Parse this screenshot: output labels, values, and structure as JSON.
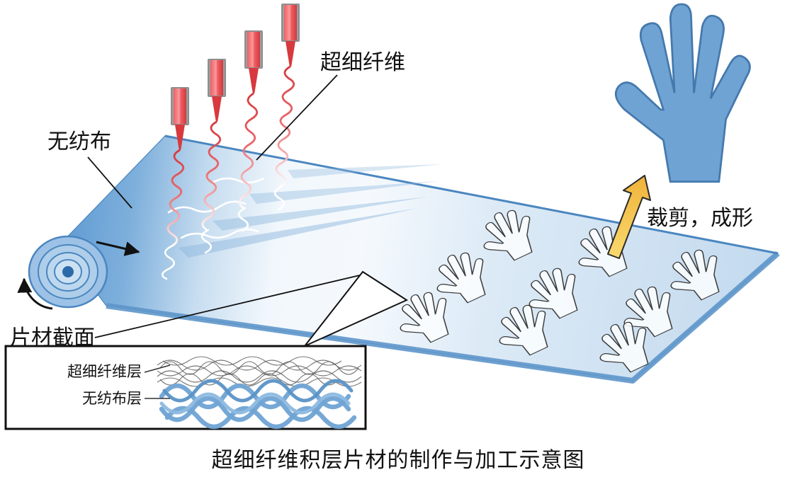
{
  "diagram": {
    "caption": "超细纤维积层片材的制作与加工示意图",
    "labels": {
      "microfiber": "超细纤维",
      "nonwoven_fabric": "无纺布",
      "sheet_cross_section": "片材截面",
      "microfiber_layer": "超细纤维层",
      "nonwoven_layer": "无纺布层",
      "cut_and_form": "裁剪，成形"
    },
    "elements": {
      "nozzle_count": 4,
      "hand_outline_count": 9,
      "hand_outline_rows": 3
    },
    "colors": {
      "sheet_blue": "#7FB0DC",
      "sheet_edge_blue": "#4A86C0",
      "nozzle_red": "#E8474B",
      "fiber_red": "#D43A3F",
      "glove_blue": "#6FA3D4",
      "arrow_yellow": "#F9C846",
      "outline_black": "#111111"
    }
  }
}
